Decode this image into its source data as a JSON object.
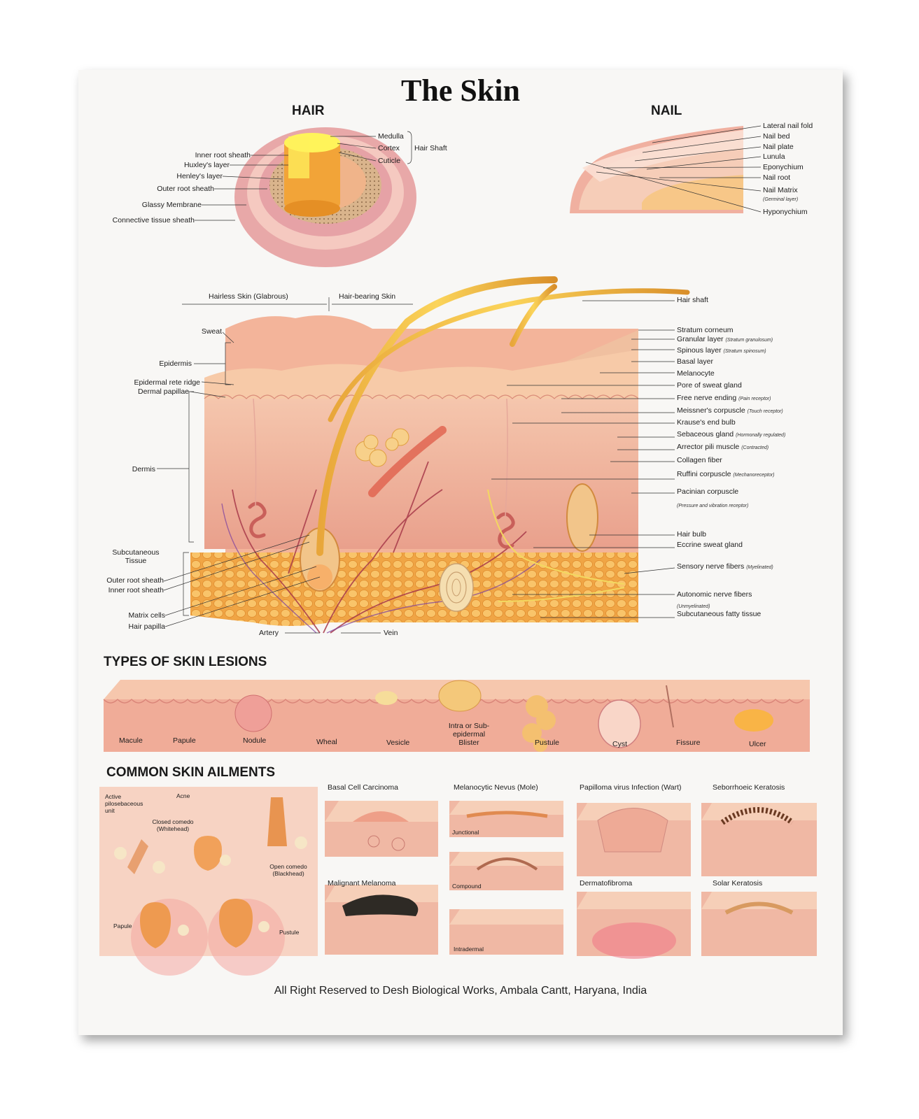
{
  "title": "The Skin",
  "sections": {
    "hair": "HAIR",
    "nail": "NAIL",
    "lesions": "TYPES OF SKIN LESIONS",
    "ailments": "COMMON SKIN AILMENTS"
  },
  "hair_labels": {
    "right": [
      "Medulla",
      "Cortex",
      "Cuticle"
    ],
    "hair_shaft": "Hair Shaft",
    "left": [
      "Inner root sheath",
      "Huxley's layer",
      "Henley's layer",
      "Outer root sheath",
      "Glassy Membrane",
      "Connective tissue sheath"
    ]
  },
  "nail_labels": [
    "Lateral nail fold",
    "Nail bed",
    "Nail plate",
    "Lunula",
    "Eponychium",
    "Nail root",
    "Nail Matrix",
    "Hyponychium"
  ],
  "nail_matrix_note": "(Germinal layer)",
  "main_diagram": {
    "top": {
      "hairless": "Hairless Skin (Glabrous)",
      "hairbearing": "Hair-bearing Skin"
    },
    "left": {
      "sweat": "Sweat",
      "epidermis": "Epidermis",
      "rete": "Epidermal rete ridge",
      "papillae": "Dermal papillae",
      "dermis": "Dermis",
      "subcut1": "Subcutaneous",
      "subcut2": "Tissue",
      "outer_root": "Outer root sheath",
      "inner_root": "Inner root sheath",
      "matrix": "Matrix cells",
      "hair_papilla": "Hair papilla"
    },
    "bottom": {
      "artery": "Artery",
      "vein": "Vein"
    },
    "right": [
      {
        "t": "Hair shaft",
        "n": ""
      },
      {
        "t": "Stratum corneum",
        "n": ""
      },
      {
        "t": "Granular layer",
        "n": "(Stratum granulosum)"
      },
      {
        "t": "Spinous layer",
        "n": "(Stratum spinosum)"
      },
      {
        "t": "Basal layer",
        "n": ""
      },
      {
        "t": "Melanocyte",
        "n": ""
      },
      {
        "t": "Pore of sweat gland",
        "n": ""
      },
      {
        "t": "Free nerve ending",
        "n": "(Pain receptor)"
      },
      {
        "t": "Meissner's corpuscle",
        "n": "(Touch receptor)"
      },
      {
        "t": "Krause's end bulb",
        "n": ""
      },
      {
        "t": "Sebaceous gland",
        "n": "(Hormonally regulated)"
      },
      {
        "t": "Arrector pili muscle",
        "n": "(Contracted)"
      },
      {
        "t": "Collagen fiber",
        "n": ""
      },
      {
        "t": "Ruffini corpuscle",
        "n": "(Mechanoreceptor)"
      },
      {
        "t": "Pacinian corpuscle",
        "n": ""
      },
      {
        "t": "Hair bulb",
        "n": ""
      },
      {
        "t": "Eccrine sweat gland",
        "n": ""
      },
      {
        "t": "Sensory nerve fibers",
        "n": "(Myelinated)"
      },
      {
        "t": "Autonomic nerve fibers",
        "n": ""
      },
      {
        "t": "Subcutaneous fatty tissue",
        "n": ""
      }
    ],
    "pacinian_note": "(Pressure and vibration receptor)",
    "autonomic_note": "(Unmyelinated)"
  },
  "lesions": [
    "Macule",
    "Papule",
    "Nodule",
    "Wheal",
    "Vesicle",
    "Intra or Sub-epidermal Blister",
    "Pustule",
    "Cyst",
    "Fissure",
    "Ulcer"
  ],
  "acne_labels": [
    "Active pilosebaceous unit",
    "Acne",
    "Closed comedo (Whitehead)",
    "Open comedo (Blackhead)",
    "Papule",
    "Pustule"
  ],
  "ailments": {
    "col_titles_top": [
      "Basal Cell Carcinoma",
      "Melanocytic Nevus (Mole)",
      "Papilloma virus Infection (Wart)",
      "Seborrhoeic Keratosis"
    ],
    "col_titles_bottom": [
      "Malignant Melanoma",
      "Dermatofibroma",
      "Solar Keratosis"
    ],
    "nevus_types": [
      "Junctional",
      "Compound",
      "Intradermal"
    ]
  },
  "footer": "All Right Reserved to Desh Biological Works, Ambala Cantt, Haryana, India"
}
